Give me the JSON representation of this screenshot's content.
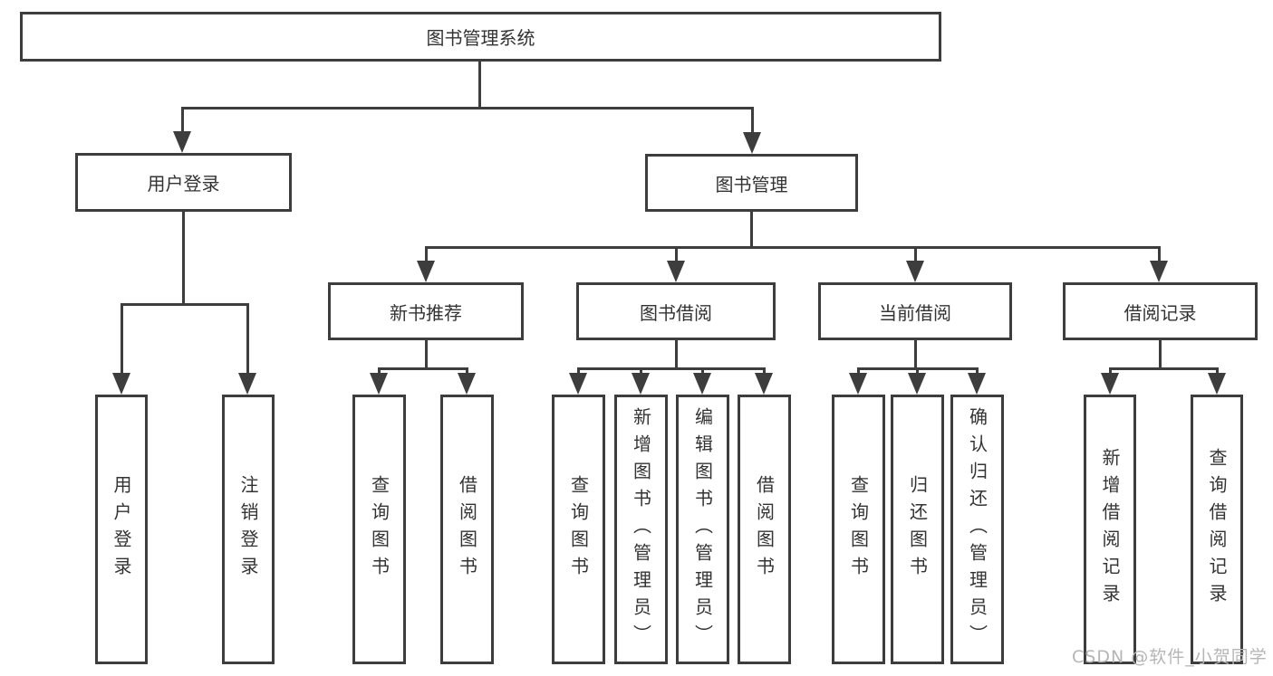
{
  "diagram": {
    "title": "图书管理系统",
    "nodes": {
      "root": {
        "label": "图书管理系统"
      },
      "user_login": {
        "label": "用户登录"
      },
      "book_mgmt": {
        "label": "图书管理"
      },
      "new_books": {
        "label": "新书推荐"
      },
      "book_borrow": {
        "label": "图书借阅"
      },
      "current_borrow": {
        "label": "当前借阅"
      },
      "borrow_records": {
        "label": "借阅记录"
      },
      "leaves": [
        {
          "label": "用户登录",
          "parent": "用户登录"
        },
        {
          "label": "注销登录",
          "parent": "用户登录"
        },
        {
          "label": "查询图书",
          "parent": "新书推荐"
        },
        {
          "label": "借阅图书",
          "parent": "新书推荐"
        },
        {
          "label": "查询图书",
          "parent": "图书借阅"
        },
        {
          "label": "新增图书（管理员）",
          "parent": "图书借阅"
        },
        {
          "label": "编辑图书（管理员）",
          "parent": "图书借阅"
        },
        {
          "label": "借阅图书",
          "parent": "图书借阅"
        },
        {
          "label": "查询图书",
          "parent": "当前借阅"
        },
        {
          "label": "归还图书",
          "parent": "当前借阅"
        },
        {
          "label": "确认归还（管理员）",
          "parent": "当前借阅"
        },
        {
          "label": "新增借阅记录",
          "parent": "借阅记录"
        },
        {
          "label": "查询借阅记录",
          "parent": "借阅记录"
        }
      ]
    },
    "colors": {
      "line": "#3d3d3d",
      "text": "#333333",
      "watermark": "#b5b5b5",
      "background": "#ffffff"
    }
  },
  "watermark": {
    "text": "CSDN @软件_小贺同学"
  }
}
